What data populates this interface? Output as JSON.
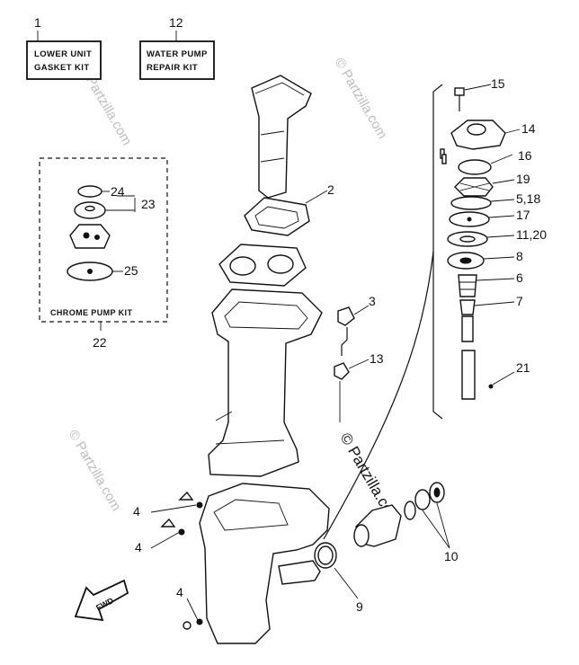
{
  "kits": {
    "lower_unit": {
      "number": "1",
      "line1": "LOWER UNIT",
      "line2": "GASKET KIT"
    },
    "water_pump": {
      "number": "12",
      "line1": "WATER PUMP",
      "line2": "REPAIR KIT"
    },
    "chrome_pump": {
      "number": "22",
      "title": "CHROME PUMP KIT"
    }
  },
  "callouts": {
    "p2": "2",
    "p3": "3",
    "p4a": "4",
    "p4b": "4",
    "p4c": "4",
    "p5_18": "5,18",
    "p6": "6",
    "p7": "7",
    "p8": "8",
    "p9": "9",
    "p10": "10",
    "p11_20": "11,20",
    "p13": "13",
    "p14": "14",
    "p15": "15",
    "p16": "16",
    "p17": "17",
    "p19": "19",
    "p21": "21",
    "p23": "23",
    "p24": "24",
    "p25": "25"
  },
  "labels": {
    "direction": "FWD"
  },
  "watermark": "© Partzilla.com"
}
